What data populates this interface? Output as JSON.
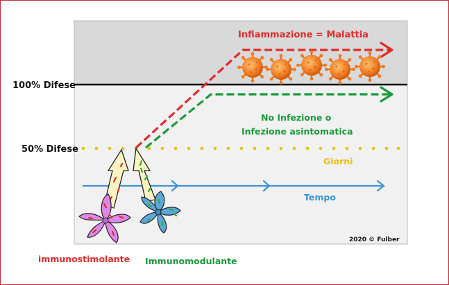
{
  "levels": {
    "full": "100% Difese",
    "half": "50% Difese"
  },
  "annotations": {
    "inflammation": "Infiammazione = Malattia",
    "no_infection_1": "No Infezione o",
    "no_infection_2": "Infezione  asintomatica",
    "days": "Giorni",
    "time": "Tempo",
    "credit": "2020 © Fulber"
  },
  "agents": {
    "stimulant": "immunostimolante",
    "modulant": "Immunomodulante"
  },
  "colors": {
    "plot_bg": "#dcdcdc",
    "lower_bg": "#f1f1f1",
    "disease_red": "#e02b2b",
    "protected_green": "#1a9a3a",
    "days_yellow": "#e8bf17",
    "time_blue": "#3b93d3",
    "virus_orange": "#f07820",
    "stimulant_flower": "#dd88e8",
    "modulant_flower": "#5aa8dc"
  },
  "icons": [
    "virus-icon",
    "flower-stimulant-icon",
    "flower-modulant-icon",
    "arrow-up-icon"
  ]
}
